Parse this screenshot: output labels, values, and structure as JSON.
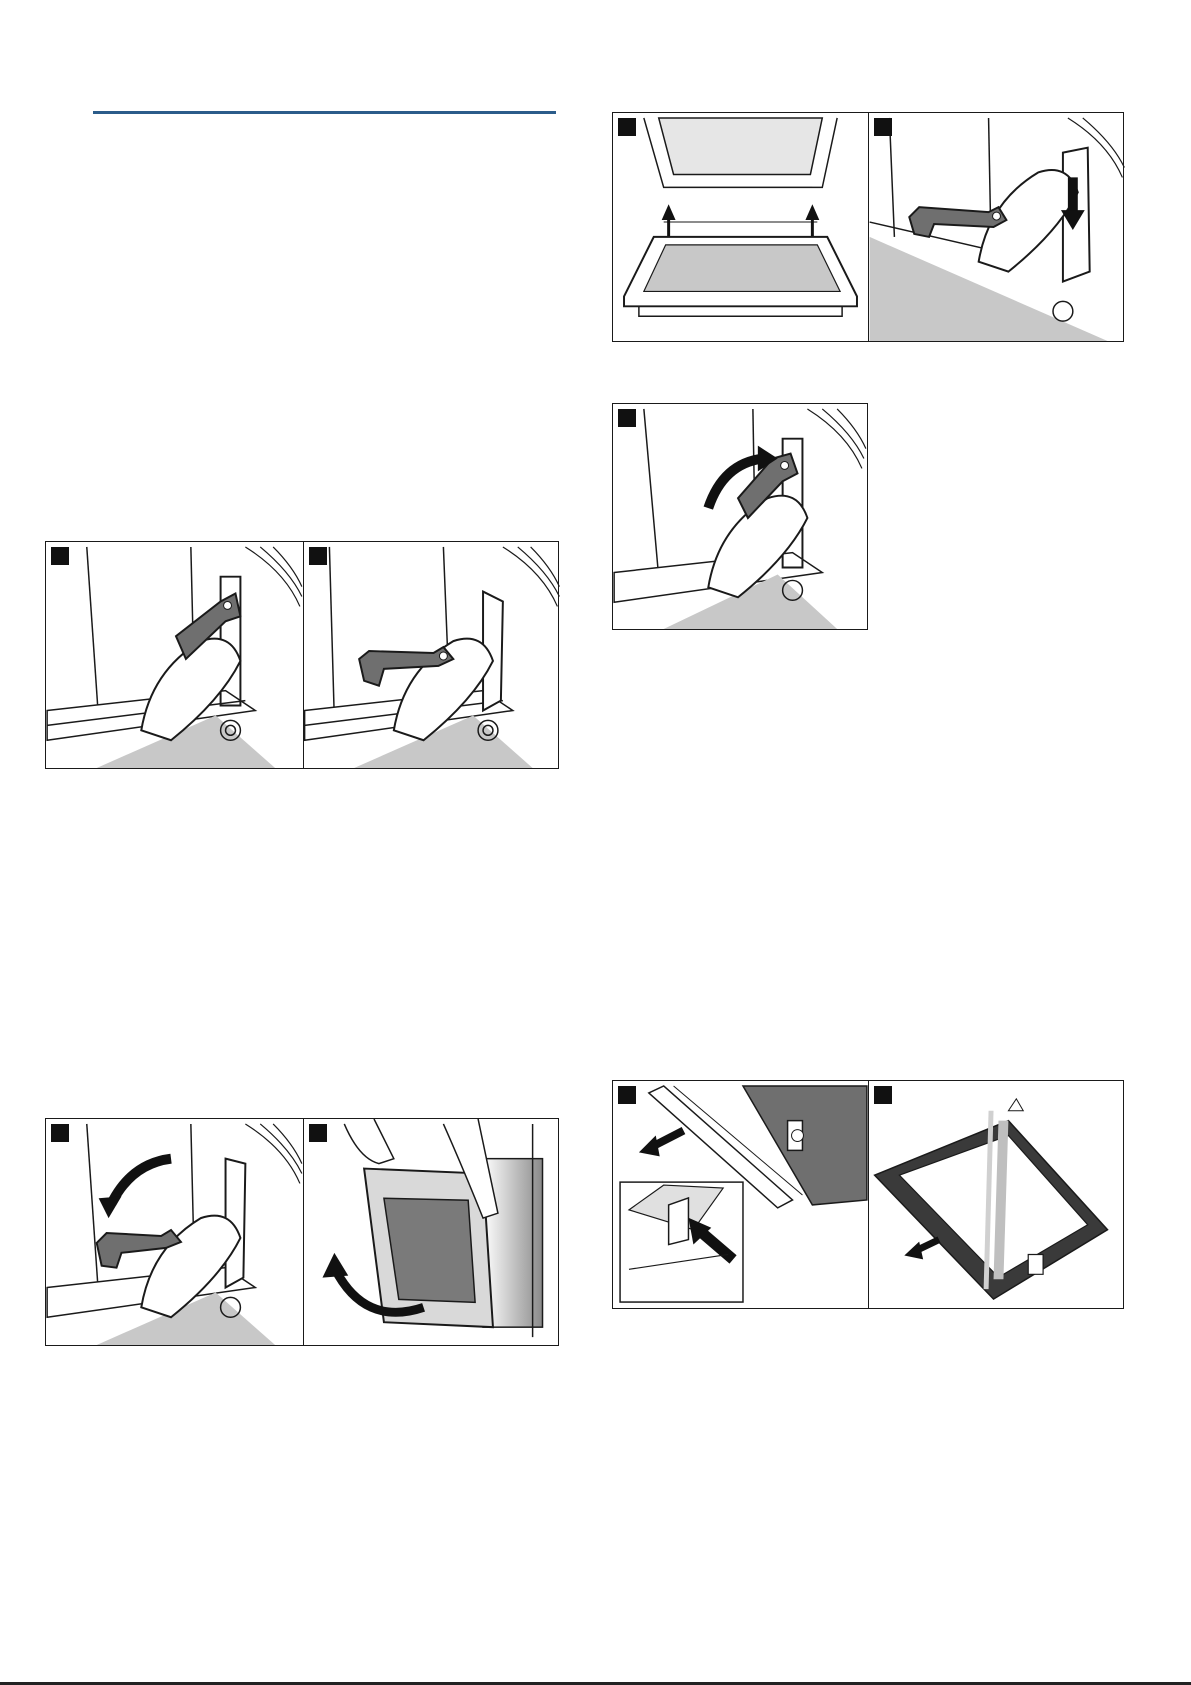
{
  "page": {
    "header_rule_color": "#2b5c8a",
    "colors": {
      "stroke": "#1a1a1a",
      "part_fill": "#6f6f6f",
      "shade": "#c8c8c8",
      "arrow": "#111111"
    }
  },
  "figures": [
    {
      "id": "fig-hinge-open",
      "panels": [
        {
          "step": 1,
          "icon": "hinge-lever-up-icon"
        },
        {
          "step": 2,
          "icon": "hinge-lever-lowered-icon"
        }
      ]
    },
    {
      "id": "fig-door-removal",
      "panels": [
        {
          "step": 1,
          "icon": "hinge-lever-fold-down-icon"
        },
        {
          "step": 2,
          "icon": "lift-door-off-icon"
        }
      ]
    },
    {
      "id": "fig-door-refit",
      "panels": [
        {
          "step": 1,
          "icon": "door-onto-hinges-icon"
        },
        {
          "step": 2,
          "icon": "hinge-seat-down-icon"
        }
      ]
    },
    {
      "id": "fig-hinge-close",
      "panels": [
        {
          "step": 1,
          "icon": "hinge-lever-raise-icon"
        }
      ]
    },
    {
      "id": "fig-glass-panel",
      "panels": [
        {
          "step": 1,
          "icon": "door-cover-release-icon"
        },
        {
          "step": 2,
          "icon": "glass-pane-remove-icon"
        }
      ]
    }
  ]
}
